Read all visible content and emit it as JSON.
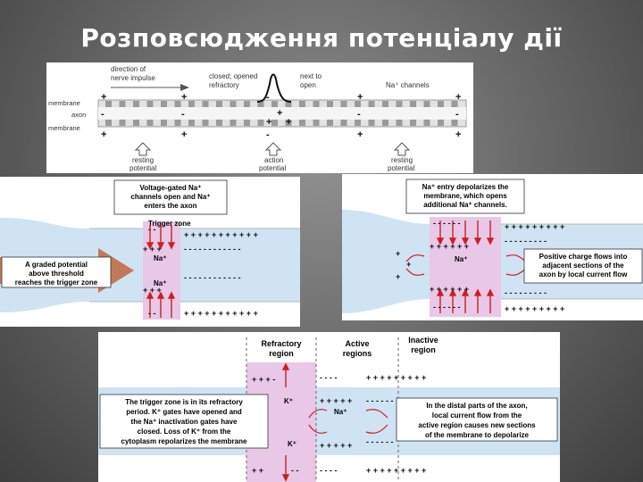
{
  "slide": {
    "title": "Розповсюдження потенціалу дії"
  },
  "fig_top": {
    "direction_label_1": "direction of",
    "direction_label_2": "nerve impulse",
    "membrane_label": "membrane",
    "axon_label": "axon",
    "membrane_label_2": "membrane",
    "closed_label_1": "closed; opened",
    "closed_label_2": "refractory",
    "next_label_1": "next to",
    "next_label_2": "open",
    "na_channels_label": "Na⁺ channels",
    "resting_left_1": "resting",
    "resting_left_2": "potential",
    "action_1": "action",
    "action_2": "potential",
    "resting_right_1": "resting",
    "resting_right_2": "potential"
  },
  "fig_left": {
    "callout_1": "Voltage-gated Na⁺",
    "callout_2": "channels open and Na⁺",
    "callout_3": "enters the axon",
    "trigger_zone": "Trigger zone",
    "graded_1": "A graded potential",
    "graded_2": "above threshold",
    "graded_3": "reaches the trigger zone",
    "na_label_1": "Na⁺",
    "na_label_2": "Na⁺"
  },
  "fig_right": {
    "callout_1": "Na⁺ entry depolarizes the",
    "callout_2": "membrane, which opens",
    "callout_3": "additional Na⁺ channels.",
    "positive_1": "Positive charge flows into",
    "positive_2": "adjacent sections of the",
    "positive_3": "axon by local current flow",
    "na_label": "Na⁺"
  },
  "fig_bottom": {
    "refractory_1": "Refractory",
    "refractory_2": "region",
    "active_1": "Active",
    "active_2": "regions",
    "inactive_1": "Inactive",
    "inactive_2": "region",
    "left_1": "The trigger zone is in its refractory",
    "left_2": "period. K⁺ gates have opened and",
    "left_3": "the Na⁺ inactivation gates have",
    "left_4": "closed. Loss of K⁺ from the",
    "left_5": "cytoplasm repolarizes the membrane",
    "right_1": "In the distal parts of the axon,",
    "right_2": "local current flow from the",
    "right_3": "active region causes new sections",
    "right_4": "of the membrane to depolarize",
    "k_label_1": "K⁺",
    "k_label_2": "K⁺",
    "na_label": "Na⁺"
  },
  "colors": {
    "axon_fill": "#cfe3f2",
    "trigger_pink": "#e8c8e6",
    "arrow_red": "#cc1f1f",
    "callout_border": "#333333"
  }
}
